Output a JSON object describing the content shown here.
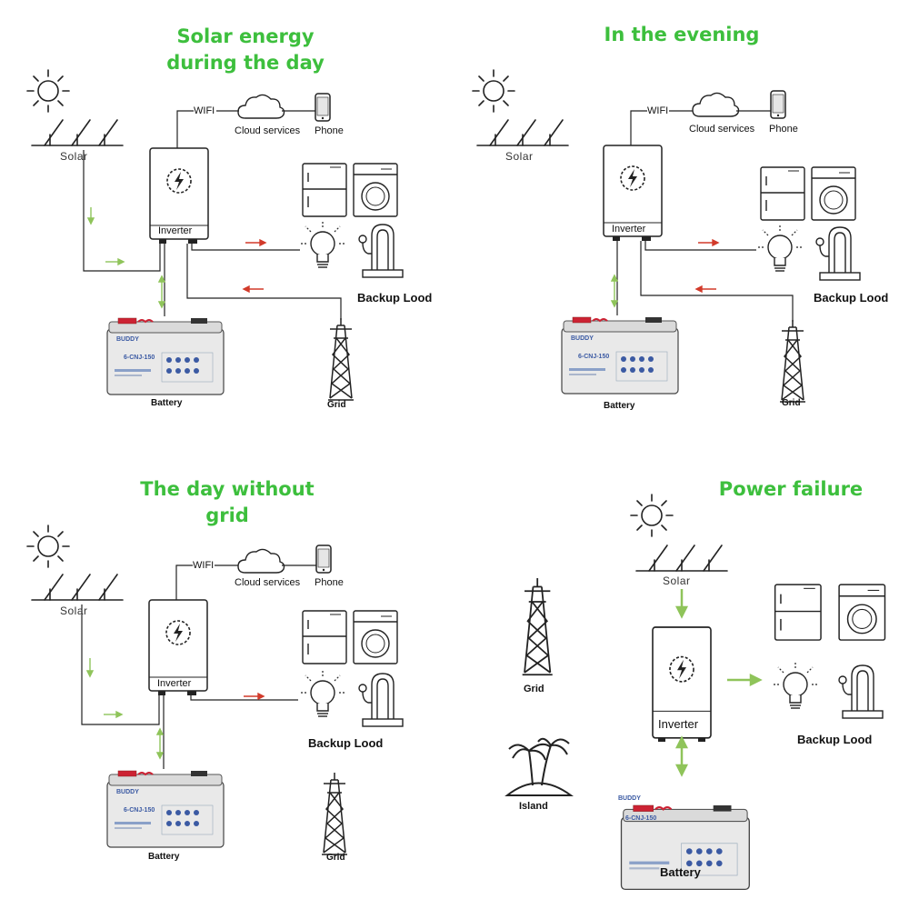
{
  "panels": [
    {
      "title_line1": "Solar energy",
      "title_line2": "during the day",
      "solar": "Solar",
      "wifi": "WIFI",
      "cloud": "Cloud services",
      "phone": "Phone",
      "inverter": "Inverter",
      "backup": "Backup Lood",
      "battery": "Battery",
      "grid": "Grid"
    },
    {
      "title": "In the evening",
      "solar": "Solar",
      "wifi": "WIFI",
      "cloud": "Cloud services",
      "phone": "Phone",
      "inverter": "Inverter",
      "backup": "Backup Lood",
      "battery": "Battery",
      "grid": "Grid"
    },
    {
      "title": "The day without grid",
      "solar": "Solar",
      "wifi": "WIFI",
      "cloud": "Cloud services",
      "phone": "Phone",
      "inverter": "Inverter",
      "backup": "Backup Lood",
      "battery": "Battery",
      "grid": "Grid"
    },
    {
      "title": "Power failure",
      "solar": "Solar",
      "inverter": "Inverter",
      "backup": "Backup Lood",
      "battery": "Battery",
      "grid": "Grid",
      "island": "Island"
    }
  ],
  "battery_model": "6-CNJ-150",
  "battery_brand": "BUDDY",
  "colors": {
    "title": "#3dbf3d",
    "arrow_green": "#8fc45a",
    "arrow_red": "#d23a2a",
    "line": "#222222"
  }
}
